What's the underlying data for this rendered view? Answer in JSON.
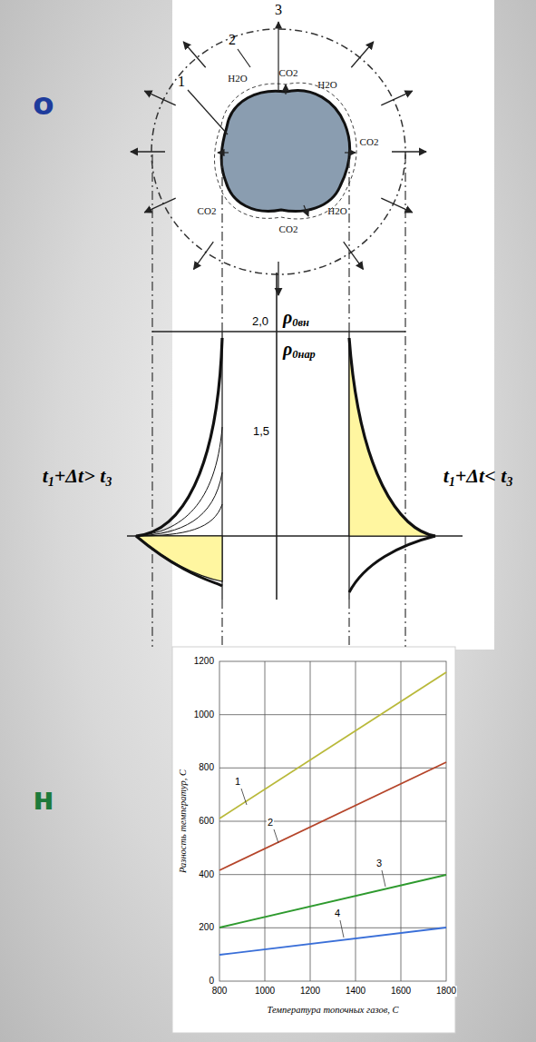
{
  "diagram": {
    "labels": [
      "о",
      "3",
      "2",
      "1",
      "H2O",
      "CO2",
      "H2O",
      "CO2",
      "H2O",
      "CO2",
      "CO2",
      "2,0",
      "ρ0вн",
      "ρ0нар",
      "1,5",
      "t1+Δt> t3",
      "t1+Δt< t3",
      "н",
      "1200",
      "1000",
      "800",
      "600",
      "400",
      "200",
      "0",
      "800",
      "1000",
      "1200",
      "1400",
      "1600",
      "1800",
      "Разность температур, С",
      "Температура топочных газов, С",
      "1",
      "2",
      "3",
      "4"
    ]
  }
}
